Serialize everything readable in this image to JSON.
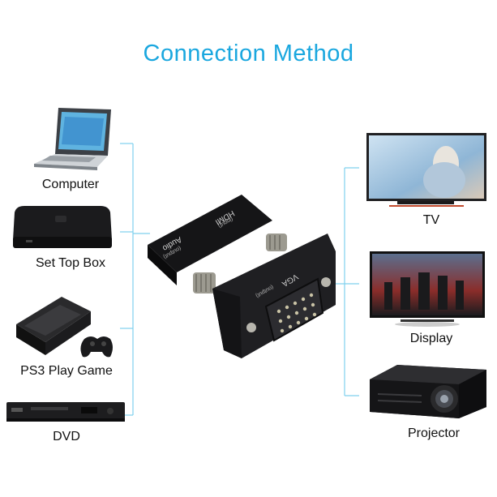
{
  "title": "Connection Method",
  "sources": [
    {
      "label": "Computer",
      "icon": "laptop-icon"
    },
    {
      "label": "Set Top Box",
      "icon": "set-top-box-icon"
    },
    {
      "label": "PS3 Play Game",
      "icon": "game-console-icon"
    },
    {
      "label": "DVD",
      "icon": "dvd-player-icon"
    }
  ],
  "outputs": [
    {
      "label": "TV",
      "icon": "tv-icon"
    },
    {
      "label": "Display",
      "icon": "monitor-icon"
    },
    {
      "label": "Projector",
      "icon": "projector-icon"
    }
  ],
  "adapter": {
    "port_hdmi": "HDMI",
    "port_hdmi_sub": "(input)",
    "port_audio": "Audio",
    "port_audio_sub": "(output)",
    "port_vga": "VGA",
    "port_vga_sub": "(output)",
    "icon": "hdmi-to-vga-adapter-icon"
  },
  "colors": {
    "accent": "#1aa7df",
    "line": "#7fd0ee"
  }
}
